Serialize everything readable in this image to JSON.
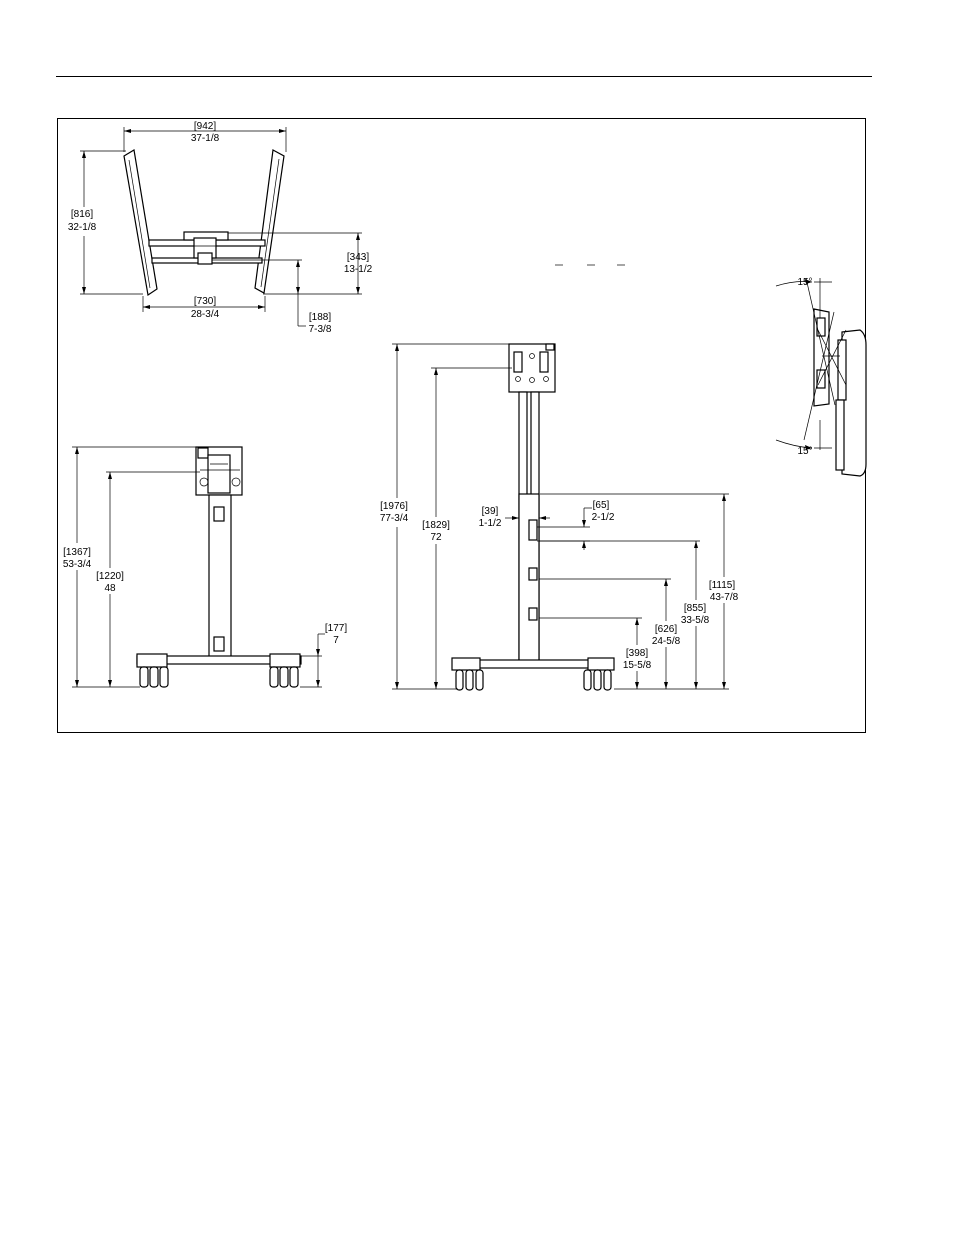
{
  "top_view": {
    "width_overall": {
      "metric": "[942]",
      "imperial": "37-1/8"
    },
    "height_overall": {
      "metric": "[816]",
      "imperial": "32-1/8"
    },
    "inner_width": {
      "metric": "[730]",
      "imperial": "28-3/4"
    },
    "depth_rear": {
      "metric": "[343]",
      "imperial": "13-1/2"
    },
    "depth_front": {
      "metric": "[188]",
      "imperial": "7-3/8"
    }
  },
  "front_view": {
    "overall_height": {
      "metric": "[1367]",
      "imperial": "53-3/4"
    },
    "mount_height": {
      "metric": "[1220]",
      "imperial": "48"
    },
    "base_height": {
      "metric": "[177]",
      "imperial": "7"
    }
  },
  "side_view": {
    "overall_height": {
      "metric": "[1976]",
      "imperial": "77-3/4"
    },
    "mount_height": {
      "metric": "[1829]",
      "imperial": "72"
    },
    "column_width": {
      "metric": "[39]",
      "imperial": "1-1/2"
    },
    "spacing": {
      "metric": "[65]",
      "imperial": "2-1/2"
    },
    "h1115": {
      "metric": "[1115]",
      "imperial": "43-7/8"
    },
    "h855": {
      "metric": "[855]",
      "imperial": "33-5/8"
    },
    "h626": {
      "metric": "[626]",
      "imperial": "24-5/8"
    },
    "h398": {
      "metric": "[398]",
      "imperial": "15-5/8"
    }
  },
  "tilt_view": {
    "tilt_up": "15°",
    "tilt_down": "15°"
  }
}
